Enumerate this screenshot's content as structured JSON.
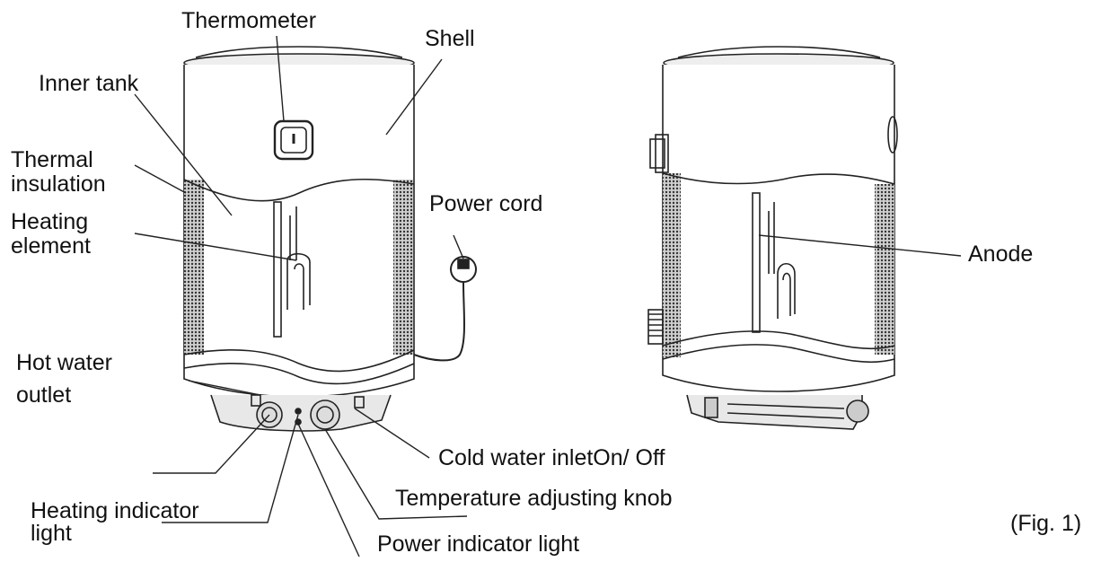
{
  "labels": {
    "thermometer": "Thermometer",
    "shell": "Shell",
    "inner_tank": "Inner tank",
    "thermal_insulation_1": "Thermal",
    "thermal_insulation_2": "insulation",
    "heating_element_1": "Heating",
    "heating_element_2": "element",
    "power_cord": "Power cord",
    "anode": "Anode",
    "hot_water_1": "Hot water",
    "hot_water_2": "outlet",
    "cold_water_on_off": "Cold water inletOn/ Off",
    "temperature_knob": "Temperature adjusting knob",
    "heating_indicator_1": "Heating indicator",
    "heating_indicator_2": "light",
    "power_indicator": "Power indicator light",
    "figure_caption": "(Fig. 1)"
  }
}
